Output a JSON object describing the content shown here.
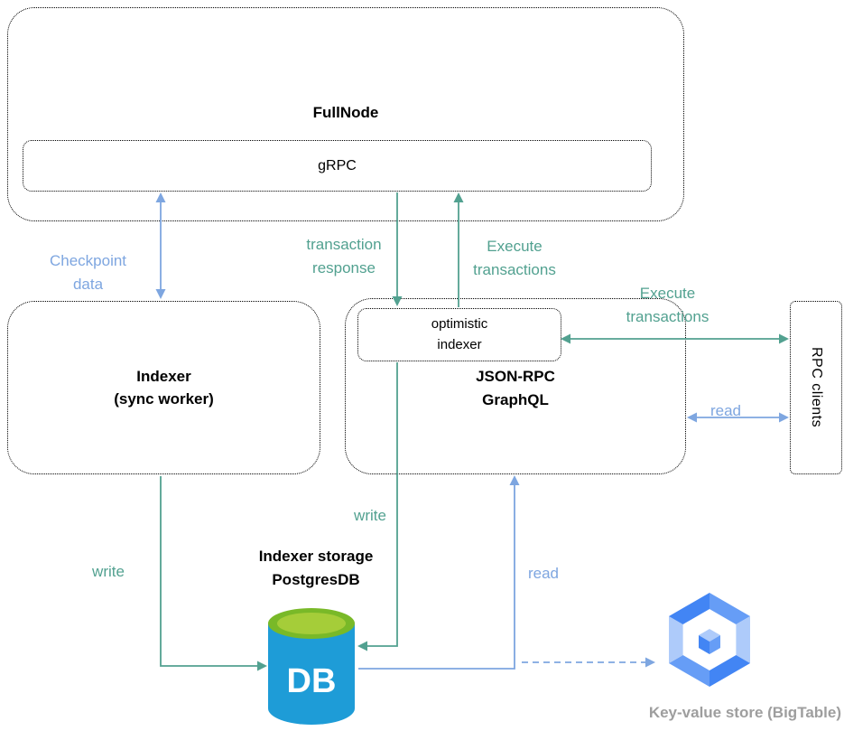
{
  "colors": {
    "arrow_teal": "#52A190",
    "arrow_blue": "#7EA6E0",
    "caption_gray": "#9E9E9E",
    "db_blue": "#1E9CD7",
    "db_green": "#A5CD39",
    "db_green_dark": "#79B928",
    "bigtable_blue_dark": "#4285F4",
    "bigtable_blue_mid": "#669DF6",
    "bigtable_blue_light": "#AECBFA"
  },
  "nodes": {
    "fullnode": {
      "title": "FullNode",
      "grpc": "gRPC"
    },
    "indexer": {
      "title": "Indexer\n(sync worker)"
    },
    "jsonrpc": {
      "optimistic": "optimistic\nindexer",
      "title": "JSON-RPC\nGraphQL"
    },
    "rpc_clients": {
      "title": "RPC clients"
    },
    "storage": {
      "title": "Indexer storage\nPostgresDB",
      "db": "DB"
    },
    "bigtable": {
      "caption": "Key-value store (BigTable)"
    }
  },
  "edges": {
    "checkpoint": {
      "label": "Checkpoint\ndata"
    },
    "transaction_response": {
      "label": "transaction\nresponse"
    },
    "execute_up": {
      "label": "Execute\ntransactions"
    },
    "execute_right": {
      "label": "Execute\ntransactions"
    },
    "read_clients": {
      "label": "read"
    },
    "write_indexer": {
      "label": "write"
    },
    "write_optimistic": {
      "label": "write"
    },
    "read_db": {
      "label": "read"
    }
  }
}
